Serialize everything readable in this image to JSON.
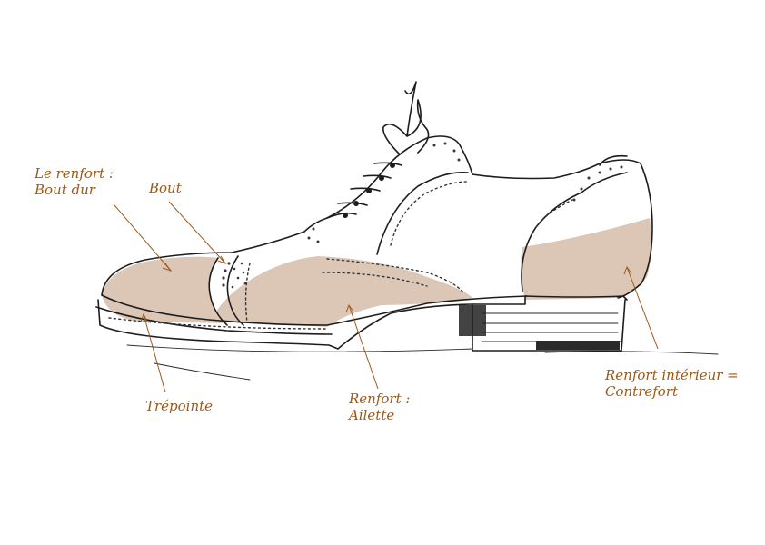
{
  "labels": {
    "bout_dur": {
      "line1": "Le renfort :",
      "line2": "Bout dur"
    },
    "bout": {
      "text": "Bout"
    },
    "trepointe": {
      "text": "Trépointe"
    },
    "ailette": {
      "line1": "Renfort :",
      "line2": "Ailette"
    },
    "contrefort": {
      "line1": "Renfort intérieur =",
      "line2": "Contrefort"
    }
  },
  "colors": {
    "label": "#9a5a1c",
    "reinforcement_fill": "#dcc6b6",
    "ink": "#1d1d1d"
  }
}
